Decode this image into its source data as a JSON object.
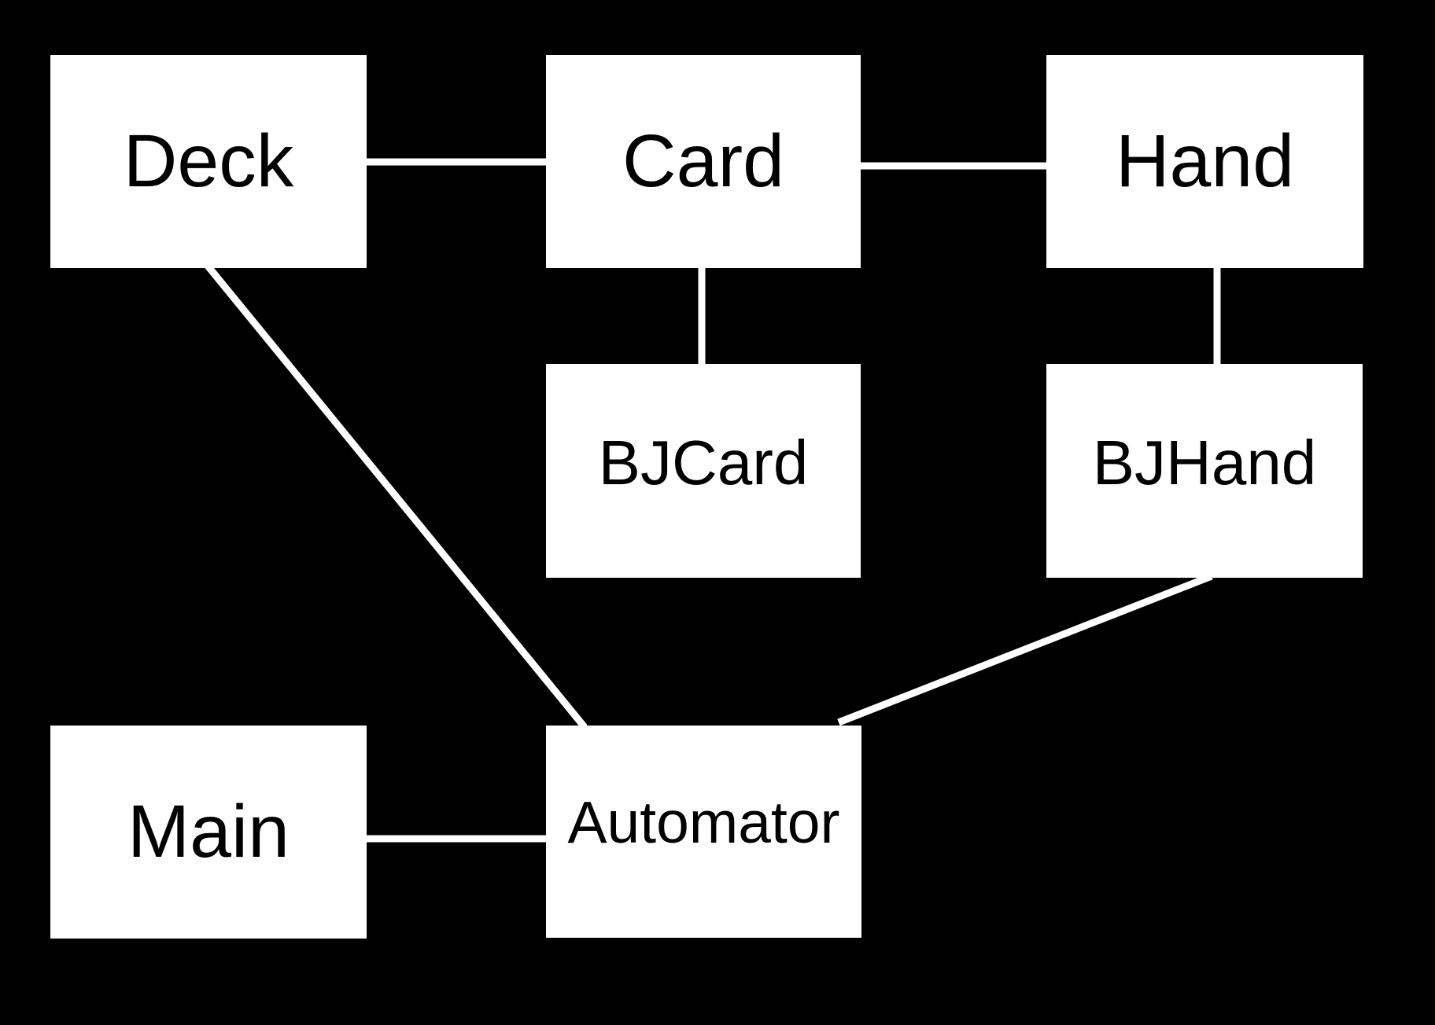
{
  "diagram": {
    "background_color": "#000000",
    "node_fill_color": "#ffffff",
    "node_text_color": "#000000",
    "edge_color": "#ffffff",
    "nodes": [
      {
        "id": "deck",
        "label": "Deck"
      },
      {
        "id": "card",
        "label": "Card"
      },
      {
        "id": "hand",
        "label": "Hand"
      },
      {
        "id": "bjcard",
        "label": "BJCard"
      },
      {
        "id": "bjhand",
        "label": "BJHand"
      },
      {
        "id": "main",
        "label": "Main"
      },
      {
        "id": "automator",
        "label": "Automator"
      }
    ],
    "edges": [
      {
        "from": "Deck",
        "to": "Card"
      },
      {
        "from": "Card",
        "to": "Hand"
      },
      {
        "from": "Card",
        "to": "BJCard"
      },
      {
        "from": "Hand",
        "to": "BJHand"
      },
      {
        "from": "Deck",
        "to": "Automator"
      },
      {
        "from": "BJHand",
        "to": "Automator"
      },
      {
        "from": "Main",
        "to": "Automator"
      }
    ]
  }
}
